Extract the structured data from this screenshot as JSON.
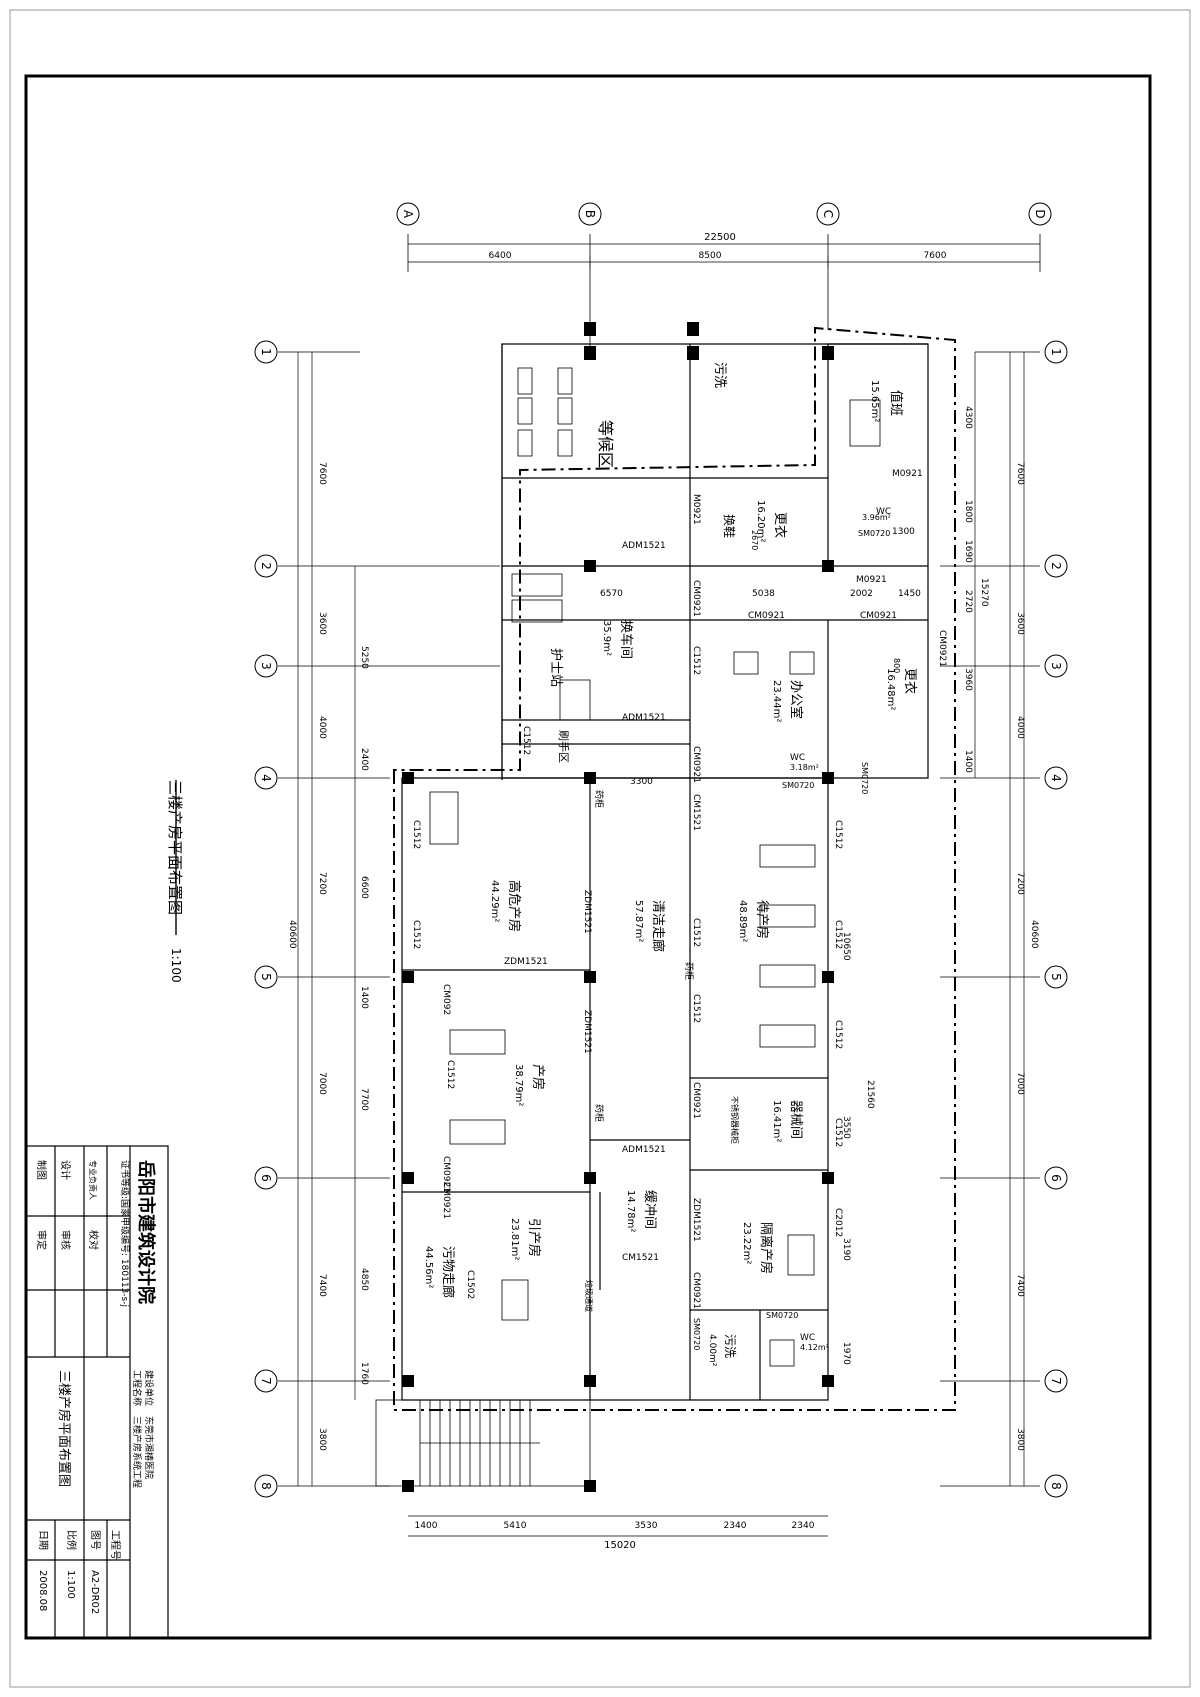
{
  "grid": {
    "letters": [
      "A",
      "B",
      "C",
      "D"
    ],
    "numbers": [
      "1",
      "2",
      "3",
      "4",
      "5",
      "6",
      "7",
      "8"
    ]
  },
  "dims": {
    "top_total": "22500",
    "top_parts": [
      "6400",
      "8500",
      "7600"
    ],
    "bottom_total": "15020",
    "bottom_parts": [
      "1400",
      "5410",
      "3530",
      "2340",
      "2340"
    ],
    "left_rows": [
      "7600",
      "3600",
      "4000",
      "7200",
      "7000",
      "7400",
      "3800"
    ],
    "left_total": "40600",
    "left_inner": [
      "5250",
      "2400",
      "6600",
      "1400",
      "7700",
      "4850",
      "1760"
    ],
    "right_rows": [
      "7600",
      "3600",
      "4000",
      "7200",
      "7000",
      "7400",
      "3800"
    ],
    "right_total": "40600",
    "right_inner": [
      "4300",
      "1800",
      "1690",
      "2720",
      "3960",
      "1400"
    ],
    "right_inner_total": "15270",
    "mid_right": [
      "10650",
      "21560",
      "3550",
      "3190",
      "1970"
    ],
    "row2": [
      "6570",
      "5038",
      "2002",
      "1450"
    ],
    "row4": "3300",
    "misc": [
      "1300",
      "800",
      "2670"
    ]
  },
  "rooms": [
    {
      "name": "等候区",
      "area": ""
    },
    {
      "name": "污洗",
      "area": ""
    },
    {
      "name": "值班",
      "area": "15.65m²"
    },
    {
      "name": "更衣",
      "area": "16.20m²"
    },
    {
      "name": "换鞋",
      "area": ""
    },
    {
      "name": "换车间",
      "area": "35.9m²"
    },
    {
      "name": "护士站",
      "area": ""
    },
    {
      "name": "办公室",
      "area": "23.44m²"
    },
    {
      "name": "更衣",
      "area": "16.48m²"
    },
    {
      "name": "刷手区",
      "area": ""
    },
    {
      "name": "高危产房",
      "area": "44.29m²"
    },
    {
      "name": "清洁走廊",
      "area": "57.87m²"
    },
    {
      "name": "待产房",
      "area": "48.89m²"
    },
    {
      "name": "产房",
      "area": "38.79m²"
    },
    {
      "name": "器械间",
      "area": "16.41m²"
    },
    {
      "name": "缓冲间",
      "area": "14.78m²"
    },
    {
      "name": "引产房",
      "area": "23.81m²"
    },
    {
      "name": "污物走廊",
      "area": "44.56m²"
    },
    {
      "name": "隔离产房",
      "area": "23.22m²"
    },
    {
      "name": "污洗",
      "area": "4.00m²"
    }
  ],
  "doors": {
    "adm1521": "ADM1521",
    "zdm1521": "ZDM1521",
    "m0921": "M0921",
    "cm0921": "CM0921",
    "cm1521": "CM1521",
    "cm092": "CM092",
    "c1512": "C1512",
    "c1502": "C1502",
    "c2012": "C2012",
    "sm0720": "SM0720"
  },
  "small_labels": {
    "wc": "WC",
    "area_wc1": "3.18m²",
    "area_wc2": "4.12m²",
    "area_wc3": "3.96m²",
    "cabinet": "药柜",
    "steel_cabinet": "不锈钢器械柜",
    "tower": "垃圾通道"
  },
  "drawing": {
    "title": "三楼产房平面布置图",
    "scale": "1:100"
  },
  "title_block": {
    "firm": "岳阳市建筑设计院",
    "cert": "证书等级:国家甲级编号: 180113-s-j",
    "left_roles": [
      "制图",
      "设计",
      "专业负责人",
      "审定",
      "审核",
      "校对"
    ],
    "client_label": "建设单位",
    "client": "东莞市湘椿医院",
    "project_label": "工程名称",
    "project": "三楼产房系统工程",
    "drawing_name": "三楼产房平面布置图",
    "fields": [
      {
        "label": "工程号",
        "value": ""
      },
      {
        "label": "图号",
        "value": "A2-DR02"
      },
      {
        "label": "比例",
        "value": "1:100"
      },
      {
        "label": "日期",
        "value": "2008.08"
      }
    ]
  }
}
